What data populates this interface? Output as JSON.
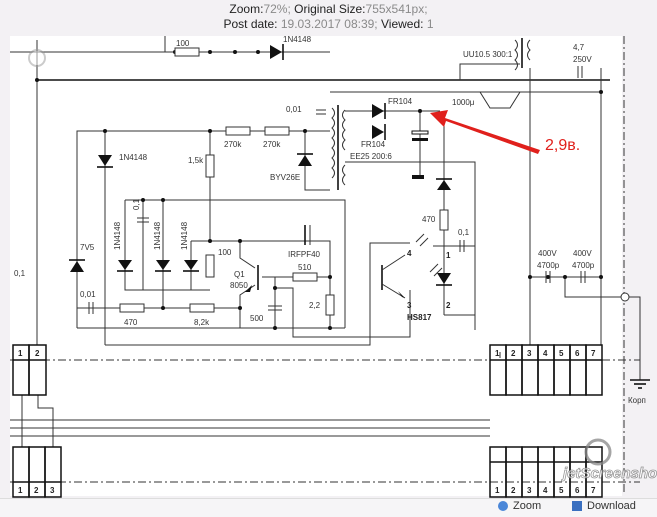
{
  "header": {
    "zoom_label": "Zoom:",
    "zoom_value": "72%;",
    "size_label": "Original Size:",
    "size_value": "755x541px;",
    "date_label": "Post date:",
    "date_value": "19.03.2017 08:39;",
    "viewed_label": "Viewed:",
    "viewed_value": "1"
  },
  "schematic": {
    "r_top": "100",
    "d_top": "1N4148",
    "tr1": "UU10.5  300:1",
    "c_top_val": "4,7",
    "c_top_v": "250V",
    "c_001a": "0,01",
    "r270a": "270k",
    "r270b": "270k",
    "d_1n4148_a": "1N4148",
    "r_15k": "1,5k",
    "byv": "BYV26E",
    "fr104a": "FR104",
    "fr104b": "FR104",
    "ee25": "EE25  200:6",
    "c_1000": "1000μ",
    "annotation": "2,9в.",
    "d7v5": "7V5",
    "c01_left": "0,1",
    "c01": "0,1",
    "d_1n4148_b": "1N4148",
    "d_1n4148_c": "1N4148",
    "d_1n4148_d": "1N4148",
    "r100": "100",
    "q1": "Q1",
    "q1_type": "8050",
    "mosfet": "IRFPF40",
    "r510": "510",
    "r22": "2,2",
    "c500": "500",
    "c001b": "0,01",
    "r470a": "470",
    "r82k": "8,2k",
    "opto": "HS817",
    "opto_p4": "4",
    "opto_p3": "3",
    "opto_p1": "1",
    "opto_p2": "2",
    "r470b": "470",
    "c01_right": "0,1",
    "c400a_v": "400V",
    "c400a_c": "4700p",
    "c400b_v": "400V",
    "c400b_c": "4700p",
    "ground": "Корп",
    "conn_left_pins": [
      "1",
      "2"
    ],
    "conn_left_bottom_pins": [
      "1",
      "2",
      "3"
    ],
    "conn_right_pins": [
      "1",
      "2",
      "3",
      "4",
      "5",
      "6",
      "7"
    ],
    "conn_right_bottom_pins": [
      "1",
      "2",
      "3",
      "4",
      "5",
      "6",
      "7"
    ],
    "annotation_color": "#e0201c"
  },
  "watermark": "jetScreenshot",
  "footer": {
    "zoom_button": "Zoom",
    "download_button": "Download"
  }
}
